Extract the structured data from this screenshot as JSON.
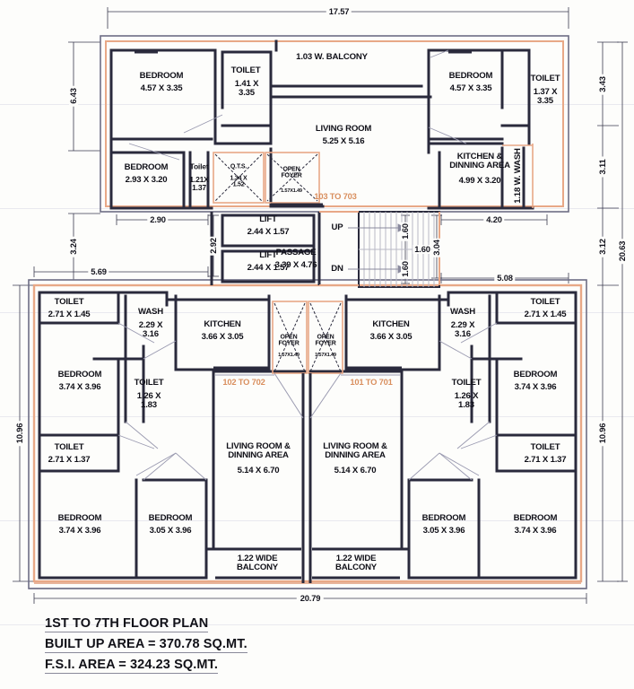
{
  "document": {
    "type": "architectural-floor-plan",
    "title_lines": [
      "1ST  TO 7TH FLOOR PLAN",
      "BUILT UP AREA =  370.78 SQ.MT.",
      "F.S.I. AREA = 324.23 SQ.MT."
    ],
    "title_line_1": "1ST  TO 7TH FLOOR PLAN",
    "title_line_2": "BUILT UP AREA =  370.78 SQ.MT.",
    "title_line_3": "F.S.I. AREA = 324.23 SQ.MT."
  },
  "colors": {
    "wall_dark": "#2a2a3c",
    "wall_outline": "#e8b49a",
    "unit_tag": "#d98f5e",
    "dimension": "#15151f",
    "paper": "#fdfdfb",
    "stair_hatch": "#b9b9c6"
  },
  "unit_tags": [
    {
      "id": "tag-103-703",
      "label": "103 TO 703"
    },
    {
      "id": "tag-102-702",
      "label": "102 TO 702"
    },
    {
      "id": "tag-101-701",
      "label": "101 TO 701"
    }
  ],
  "dimensions": {
    "top_overall": "17.57",
    "bottom_overall": "20.79",
    "right_overall": "20.63",
    "right_a": "3.43",
    "right_b": "3.11",
    "right_c": "3.12",
    "right_lower": "10.96",
    "left_upper": "6.43",
    "left_mid": "3.24",
    "left_lower": "10.96",
    "mid_left_290": "2.90",
    "mid_left_292": "2.92",
    "mid_left_569": "5.69",
    "mid_right_420": "4.20",
    "mid_right_304": "3.04",
    "mid_right_508": "5.08",
    "stair_1": "1.60",
    "stair_2": "1.60",
    "stair_3": "1.60"
  },
  "rooms": {
    "upper_left": [
      {
        "name": "BEDROOM",
        "size": "4.57 X 3.35"
      },
      {
        "name": "BEDROOM",
        "size": "2.93 X 3.20"
      },
      {
        "name": "TOILET",
        "size": "1.41 X\n3.35"
      },
      {
        "name": "Toilet",
        "size": "1.21X\n1.37"
      },
      {
        "name": "Q.T.S.",
        "size": "1.34 X\n1.52"
      },
      {
        "name": "OPEN\nFOYER",
        "size": "1.57X1.49"
      }
    ],
    "upper_center": [
      {
        "name": "1.03 W. BALCONY",
        "size": ""
      },
      {
        "name": "LIVING ROOM",
        "size": "5.25 X 5.16"
      },
      {
        "name": "PASSAGE",
        "size": "3.39 X 4.76"
      },
      {
        "name": "LIFT",
        "size": "2.44 X 1.57"
      },
      {
        "name": "LIFT",
        "size": "2.44 X 1.57"
      }
    ],
    "upper_right": [
      {
        "name": "BEDROOM",
        "size": "4.57 X 3.35"
      },
      {
        "name": "TOILET",
        "size": "1.37 X\n3.35"
      },
      {
        "name": "KITCHEN &\nDINNING AREA",
        "size": "4.99 X 3.20"
      },
      {
        "name": "1.18 W. WASH",
        "size": ""
      }
    ],
    "lower_left": [
      {
        "name": "TOILET",
        "size": "2.71 X 1.45"
      },
      {
        "name": "WASH",
        "size": "2.29 X\n3.16"
      },
      {
        "name": "KITCHEN",
        "size": "3.66 X 3.05"
      },
      {
        "name": "BEDROOM",
        "size": "3.74 X 3.96"
      },
      {
        "name": "TOILET",
        "size": "1.26 X\n1.83"
      },
      {
        "name": "TOILET",
        "size": "2.71 X 1.37"
      },
      {
        "name": "BEDROOM",
        "size": "3.74 X 3.96"
      },
      {
        "name": "BEDROOM",
        "size": "3.05 X 3.96"
      },
      {
        "name": "LIVING ROOM &\nDINNING AREA",
        "size": "5.14 X 6.70"
      },
      {
        "name": "1.22 WIDE\nBALCONY",
        "size": ""
      },
      {
        "name": "OPEN\nFOYER",
        "size": "1.57X1.49"
      }
    ],
    "lower_right": [
      {
        "name": "TOILET",
        "size": "2.71 X 1.45"
      },
      {
        "name": "WASH",
        "size": "2.29 X\n3.16"
      },
      {
        "name": "KITCHEN",
        "size": "3.66 X 3.05"
      },
      {
        "name": "BEDROOM",
        "size": "3.74 X 3.96"
      },
      {
        "name": "TOILET",
        "size": "1.26 X\n1.83"
      },
      {
        "name": "TOILET",
        "size": "2.71 X 1.37"
      },
      {
        "name": "BEDROOM",
        "size": "3.74 X 3.96"
      },
      {
        "name": "BEDROOM",
        "size": "3.05 X 3.96"
      },
      {
        "name": "LIVING ROOM &\nDINNING AREA",
        "size": "5.14 X 6.70"
      },
      {
        "name": "1.22 WIDE\nBALCONY",
        "size": ""
      },
      {
        "name": "OPEN\nFOYER",
        "size": "1.57X1.49"
      }
    ]
  },
  "stair": {
    "up_label": "UP",
    "dn_label": "DN"
  },
  "labels": {
    "bedroom": "BEDROOM",
    "toilet": "TOILET",
    "toilet_small": "Toilet",
    "kitchen": "KITCHEN",
    "wash": "WASH",
    "lift": "LIFT",
    "passage": "PASSAGE",
    "qts": "Q.T.S.",
    "open_foyer": "OPEN\nFOYER",
    "living_room": "LIVING ROOM",
    "living_dining": "LIVING ROOM &\nDINNING AREA",
    "kitchen_dining": "KITCHEN &\nDINNING AREA",
    "balcony_103": "1.03 W. BALCONY",
    "balcony_122": "1.22 WIDE\nBALCONY",
    "wash_118": "1.18 W. WASH"
  },
  "sizes": {
    "bed_457_335": "4.57 X 3.35",
    "bed_293_320": "2.93 X 3.20",
    "bed_374_396": "3.74 X 3.96",
    "bed_305_396": "3.05 X 3.96",
    "toilet_141_335": "1.41 X\n3.35",
    "toilet_137_335": "1.37 X\n3.35",
    "toilet_121_137": "1.21X\n1.37",
    "toilet_271_145": "2.71 X 1.45",
    "toilet_271_137": "2.71 X 1.37",
    "toilet_126_183": "1.26 X\n1.83",
    "qts_134_152": "1.34 X\n1.52",
    "foyer_157_149": "1.57X1.49",
    "lift_244_157": "2.44 X 1.57",
    "passage_339_476": "3.39 X 4.76",
    "living_525_516": "5.25 X 5.16",
    "kitdin_499_320": "4.99 X 3.20",
    "kitchen_366_305": "3.66 X 3.05",
    "wash_229_316": "2.29 X\n3.16",
    "livdin_514_670": "5.14 X 6.70"
  }
}
